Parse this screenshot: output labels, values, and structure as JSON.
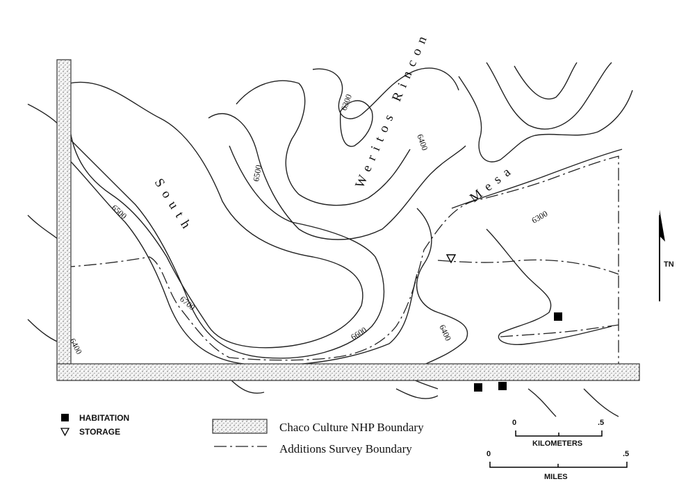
{
  "map": {
    "place_names": {
      "south_mesa_1": "South",
      "south_mesa_2": "Mesa",
      "rincon": "Weritos Rincon"
    },
    "contour_labels": [
      "6300",
      "6500",
      "6400",
      "6500",
      "6700",
      "6600",
      "6400",
      "6400",
      "6300"
    ],
    "north_arrow": "TN",
    "sites": {
      "habitation_count": 3,
      "storage_count": 1
    }
  },
  "legend": {
    "habitation": "HABITATION",
    "storage": "STORAGE",
    "nhp_boundary": "Chaco Culture NHP Boundary",
    "survey_boundary": "Additions Survey Boundary"
  },
  "scale": {
    "km_label": "KILOMETERS",
    "km_start": "0",
    "km_end": ".5",
    "mi_label": "MILES",
    "mi_start": "0",
    "mi_end": ".5"
  }
}
